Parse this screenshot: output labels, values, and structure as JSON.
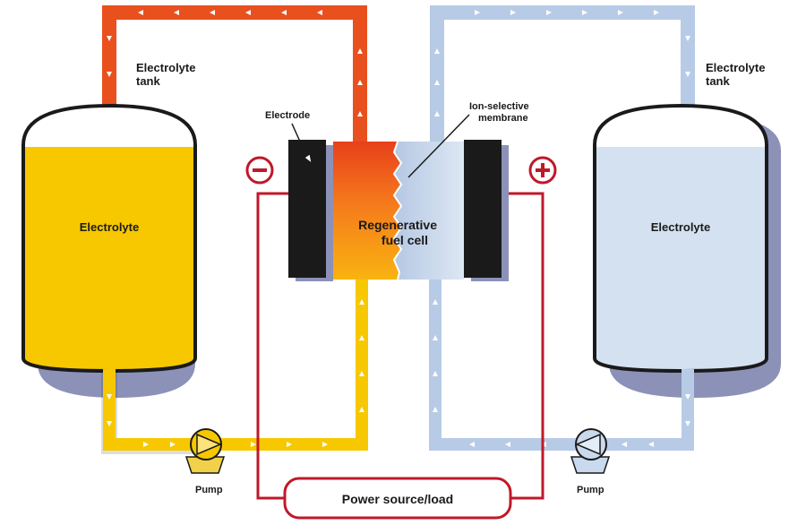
{
  "labels": {
    "left_tank": "Electrolyte tank",
    "right_tank": "Electrolyte tank",
    "left_electrolyte": "Electrolyte",
    "right_electrolyte": "Electrolyte",
    "electrode": "Electrode",
    "membrane": "Ion-selective membrane",
    "cell": "Regenerative fuel cell",
    "pump_left": "Pump",
    "pump_right": "Pump",
    "load": "Power source/load",
    "negative": "−",
    "positive": "+"
  },
  "colors": {
    "orange_pipe": "#e8501e",
    "yellow": "#f7c800",
    "light_blue": "#c9d9ee",
    "blue_pipe": "#b7cbe6",
    "circuit_red": "#c0182a",
    "outline": "#1a1a1a",
    "shadow": "#8c91b8"
  }
}
